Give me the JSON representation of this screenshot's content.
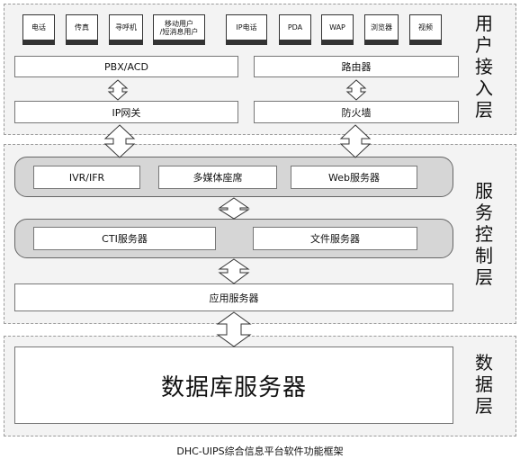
{
  "layers": {
    "user_access": "用户接入层",
    "service_control": "服务控制层",
    "data": "数据层"
  },
  "devices": [
    "电话",
    "传真",
    "寻呼机",
    "移动用户\n/短消息用户",
    "IP电话",
    "PDA",
    "WAP",
    "浏览器",
    "视频"
  ],
  "user_access": {
    "pbx": "PBX/ACD",
    "router": "路由器",
    "ip_gateway": "IP网关",
    "firewall": "防火墙"
  },
  "service_control": {
    "ivr": "IVR/IFR",
    "multimedia": "多媒体座席",
    "web_server": "Web服务器",
    "cti_server": "CTI服务器",
    "file_server": "文件服务器",
    "app_server": "应用服务器"
  },
  "data_layer": {
    "db_server": "数据库服务器"
  },
  "caption": "DHC-UIPS综合信息平台软件功能框架"
}
